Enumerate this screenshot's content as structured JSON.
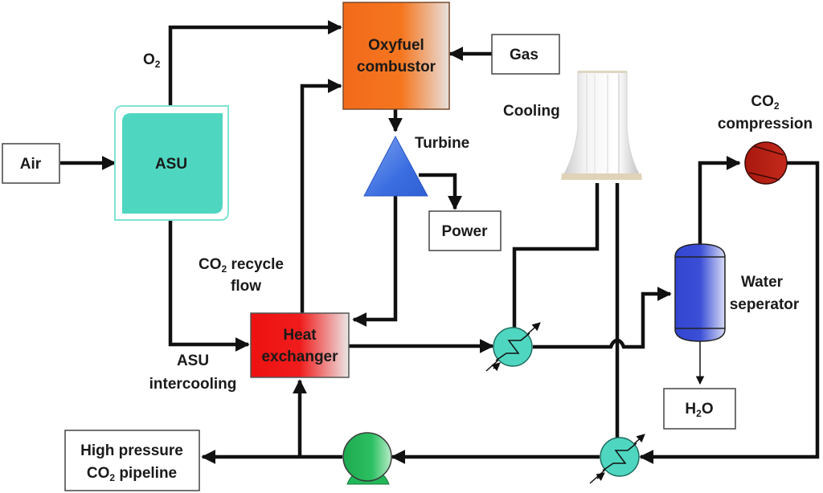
{
  "diagram": {
    "title": "Oxyfuel combustion process flow",
    "nodes": {
      "air": {
        "label": "Air"
      },
      "asu": {
        "label": "ASU"
      },
      "o2": {
        "label": "O",
        "sub": "2"
      },
      "combustor": {
        "line1": "Oxyfuel",
        "line2": "combustor"
      },
      "gas": {
        "label": "Gas"
      },
      "turbine": {
        "label": "Turbine"
      },
      "power": {
        "label": "Power"
      },
      "cooling": {
        "label": "Cooling"
      },
      "co2_compression": {
        "line1_pre": "CO",
        "line1_sub": "2",
        "line2": "compression"
      },
      "co2_recycle": {
        "line1_pre": "CO",
        "line1_sub": "2",
        "line1_post": " recycle",
        "line2": "flow"
      },
      "heat_exchanger": {
        "line1": "Heat",
        "line2": "exchanger"
      },
      "asu_intercooling": {
        "line1": "ASU",
        "line2": "intercooling"
      },
      "water_separator": {
        "line1": "Water",
        "line2": "seperator"
      },
      "h2o": {
        "pre": "H",
        "sub": "2",
        "post": "O"
      },
      "pipeline": {
        "line1": "High pressure",
        "line2_pre": "CO",
        "line2_sub": "2",
        "line2_post": " pipeline"
      }
    },
    "colors": {
      "asu": "#4fd6c0",
      "combustor_start": "#f26a1b",
      "combustor_end": "#e8e0dc",
      "turbine": "#3b6ee0",
      "heat_exchanger_start": "#ee1111",
      "heat_exchanger_end": "#e8e4e4",
      "compressor": "#b01c10",
      "separator": "#3346d0",
      "pump": "#22b85a",
      "cooler": "#4fd6c0"
    }
  }
}
